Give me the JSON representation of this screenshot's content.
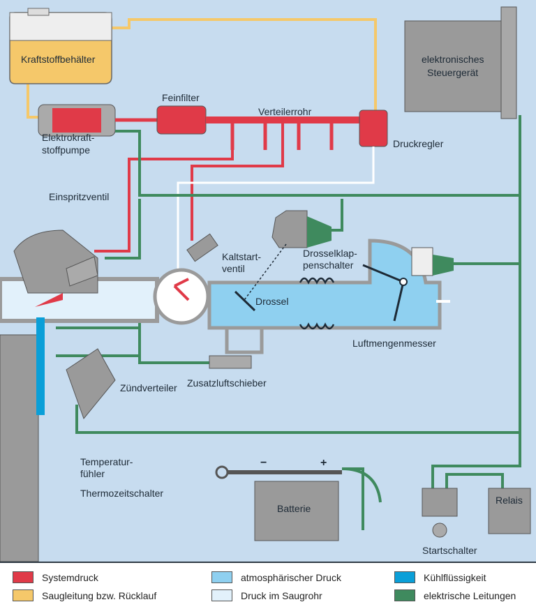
{
  "labels": {
    "tank": "Kraftstoffbehälter",
    "ecu_1": "elektronisches",
    "ecu_2": "Steuergerät",
    "filter": "Feinfilter",
    "rail": "Verteilerrohr",
    "pump_1": "Elektrokraft-",
    "pump_2": "stoffpumpe",
    "regulator": "Druckregler",
    "injector": "Einspritzventil",
    "coldstart_1": "Kaltstart-",
    "coldstart_2": "ventil",
    "throttle_switch_1": "Drosselklap-",
    "throttle_switch_2": "penschalter",
    "throttle": "Drossel",
    "airflow": "Luftmengenmesser",
    "aux_air": "Zusatzluftschieber",
    "distributor": "Zündverteiler",
    "temp_1": "Temperatur-",
    "temp_2": "fühler",
    "thermo": "Thermozeitschalter",
    "battery": "Batterie",
    "battery_minus": "−",
    "battery_plus": "+",
    "relay": "Relais",
    "starter": "Startschalter"
  },
  "legend": [
    {
      "label": "Systemdruck",
      "color": "#e03a48"
    },
    {
      "label": "Saugleitung bzw. Rücklauf",
      "color": "#f5c86a"
    },
    {
      "label": "atmosphärischer Druck",
      "color": "#8fd0f0"
    },
    {
      "label": "Druck im Saugrohr",
      "color": "#e2f1fb"
    },
    {
      "label": "Kühlflüssigkeit",
      "color": "#0a9fd8"
    },
    {
      "label": "elektrische Leitungen",
      "color": "#3f8a5e"
    }
  ],
  "colors": {
    "background": "#c7dcef",
    "housing": "#9a9a9a"
  }
}
